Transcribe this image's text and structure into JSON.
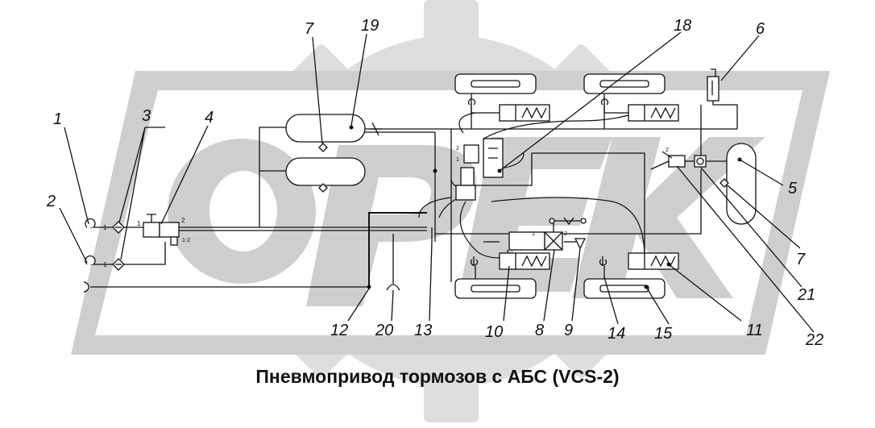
{
  "caption": "Пневмопривод тормозов с АБС (VCS-2)",
  "watermark": {
    "text": "OPEK",
    "color": "#cfcfcf"
  },
  "colors": {
    "line": "#111111",
    "watermark": "#d4d4d4"
  },
  "labels": {
    "l1": "1",
    "l2": "2",
    "l3": "3",
    "l4": "4",
    "l5": "5",
    "l6": "6",
    "l7a": "7",
    "l7b": "7",
    "l8": "8",
    "l9": "9",
    "l10": "10",
    "l11": "11",
    "l12": "12",
    "l13": "13",
    "l14": "14",
    "l15": "15",
    "l18": "18",
    "l19": "19",
    "l20": "20",
    "l21": "21",
    "l22": "22"
  }
}
